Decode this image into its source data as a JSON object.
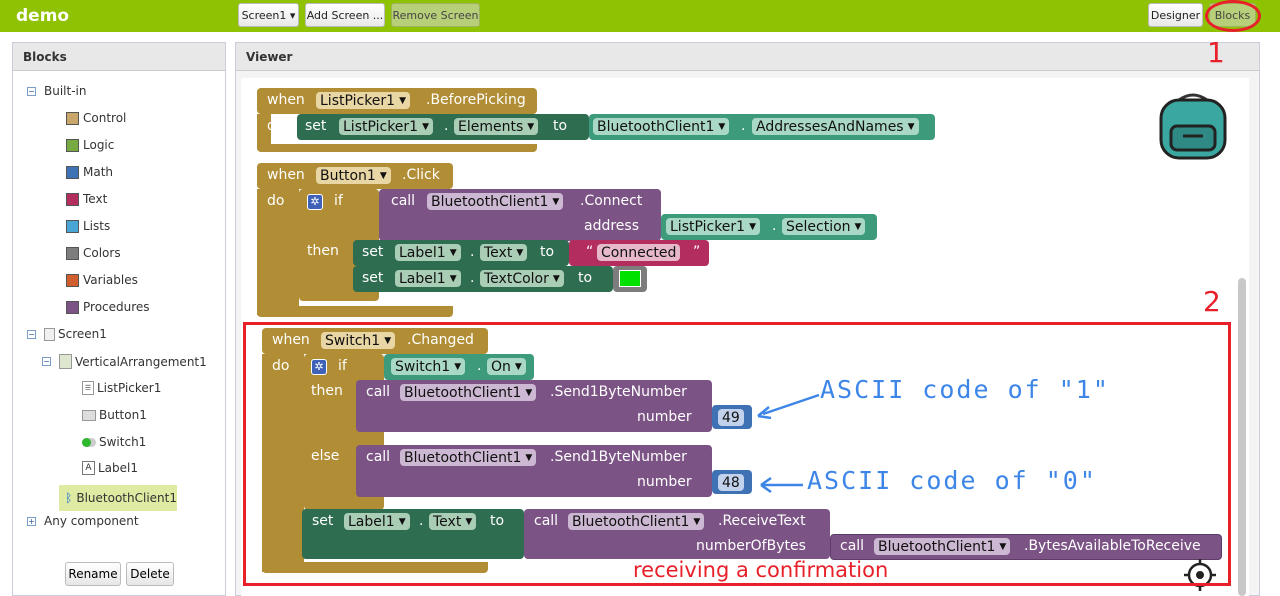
{
  "app": {
    "title": "demo"
  },
  "toolbar": {
    "screen": "Screen1 ▾",
    "add_screen": "Add Screen ...",
    "remove_screen": "Remove Screen",
    "designer": "Designer",
    "blocks": "Blocks"
  },
  "left_panel": {
    "title": "Blocks",
    "builtin_label": "Built-in",
    "builtin": [
      {
        "label": "Control",
        "color": "#c9a76b"
      },
      {
        "label": "Logic",
        "color": "#77ab41"
      },
      {
        "label": "Math",
        "color": "#3f71b5"
      },
      {
        "label": "Text",
        "color": "#b32d5e"
      },
      {
        "label": "Lists",
        "color": "#49a6d4"
      },
      {
        "label": "Colors",
        "color": "#7d7d7d"
      },
      {
        "label": "Variables",
        "color": "#d05f2d"
      },
      {
        "label": "Procedures",
        "color": "#7c5385"
      }
    ],
    "screen": "Screen1",
    "arrangement": "VerticalArrangement1",
    "components": [
      "ListPicker1",
      "Button1",
      "Switch1",
      "Label1"
    ],
    "selected_component": "BluetoothClient1",
    "any_component": "Any component",
    "rename": "Rename",
    "delete": "Delete"
  },
  "viewer": {
    "title": "Viewer"
  },
  "blocks": {
    "when": "when",
    "do": "do",
    "set": "set",
    "to": "to",
    "call": "call",
    "if": "if",
    "then": "then",
    "else": "else",
    "dot": ".",
    "listpicker": "ListPicker1",
    "before_picking": ".BeforePicking",
    "elements": "Elements",
    "bt": "BluetoothClient1",
    "addresses": "AddressesAndNames",
    "button": "Button1",
    "click": ".Click",
    "connect": ".Connect",
    "address": "address",
    "selection": "Selection",
    "label": "Label1",
    "text": "Text",
    "text_color": "TextColor",
    "quote": "“",
    "quote_close": "”",
    "connected": "Connected",
    "switch": "Switch1",
    "changed": ".Changed",
    "on": "On",
    "send": ".Send1ByteNumber",
    "number": "number",
    "n49": "49",
    "n48": "48",
    "receive": ".ReceiveText",
    "num_of_bytes": "numberOfBytes",
    "bytes_avail": ".BytesAvailableToReceive",
    "green": "#00e100"
  },
  "annotations": {
    "num1": "1",
    "num2": "2",
    "ascii1": "ASCII code of \"1\"",
    "ascii0": "ASCII code of \"0\"",
    "receiving": "receiving a confirmation"
  }
}
